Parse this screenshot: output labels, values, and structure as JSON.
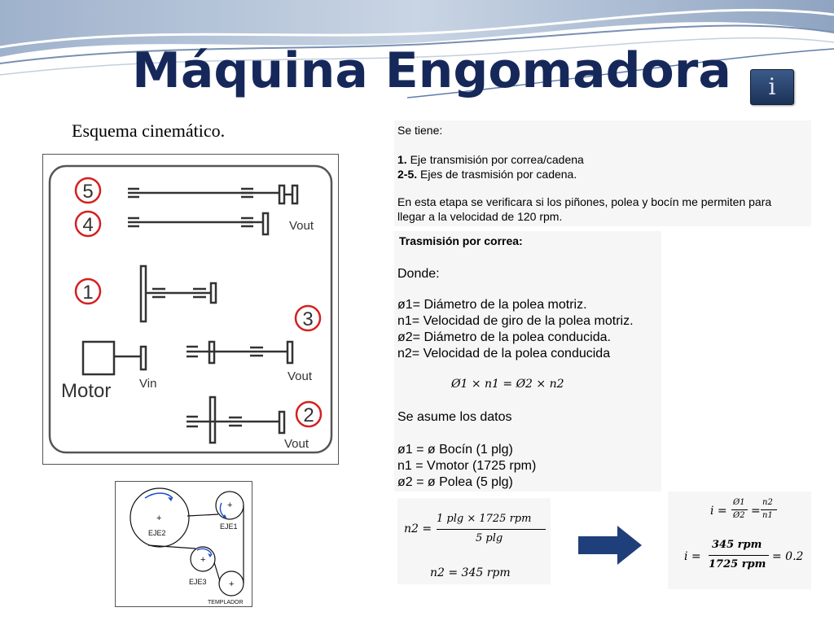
{
  "slide": {
    "title": "Máquina Engomadora",
    "info_icon": "info-icon",
    "info_label": "i",
    "subtitle": "Esquema cinemático."
  },
  "schematic": {
    "labels": {
      "n5": "5",
      "n4": "4",
      "n1": "1",
      "n3": "3",
      "n2": "2",
      "motor": "Motor",
      "vin": "Vin",
      "vout_a": "Vout",
      "vout_b": "Vout",
      "vout_c": "Vout"
    },
    "ring_color": "#d42020"
  },
  "belt_diagram": {
    "eje2": "EJE2",
    "eje1": "EJE1",
    "eje3": "EJE3",
    "templador": "TEMPLADOR",
    "plus": "+",
    "arrow_color": "#1d4fc4"
  },
  "text_panel_1": {
    "lead": "Se tiene:",
    "item1_num": "1.",
    "item1_text": " Eje transmisión por correa/cadena",
    "item2_num": "2-5.",
    "item2_text": " Ejes de trasmisión por cadena.",
    "para_line1": "En esta etapa se verificara si los piñones, polea y bocín me permiten para",
    "para_line2": "llegar a la velocidad de 120 rpm."
  },
  "text_panel_2": {
    "heading": "Trasmisión por correa:",
    "donde": "Donde:",
    "def1": "ø1= Diámetro de la polea motriz.",
    "def2": "n1= Velocidad de giro de la polea motriz.",
    "def3": "ø2= Diámetro de la polea conducida.",
    "def4": "n2= Velocidad de la polea conducida",
    "formula": "Ø1 × n1 = Ø2 × n2",
    "asume": "Se asume los datos",
    "d1": "ø1 = ø Bocín (1 plg)",
    "d2": "n1 = Vmotor (1725 rpm)",
    "d3": "ø2 = ø Polea (5 plg)"
  },
  "calc_left": {
    "lhs": "n2 =",
    "num": "1 plg × 1725 rpm",
    "den": "5 plg",
    "result": "n2 = 345 rpm"
  },
  "calc_right": {
    "i_eq": "i =",
    "f1_num": "Ø1",
    "f1_den": "Ø2",
    "eq": "=",
    "f2_num": "n2",
    "f2_den": "n1",
    "i_eq2": "i =",
    "f3_num": "345 rpm",
    "f3_den": "1725 rpm",
    "result": "= 0.2"
  },
  "arrow_icon": "right-arrow-icon",
  "colors": {
    "title": "#16285a",
    "arrow": "#1f3f7a",
    "info_button": "#26406a"
  }
}
